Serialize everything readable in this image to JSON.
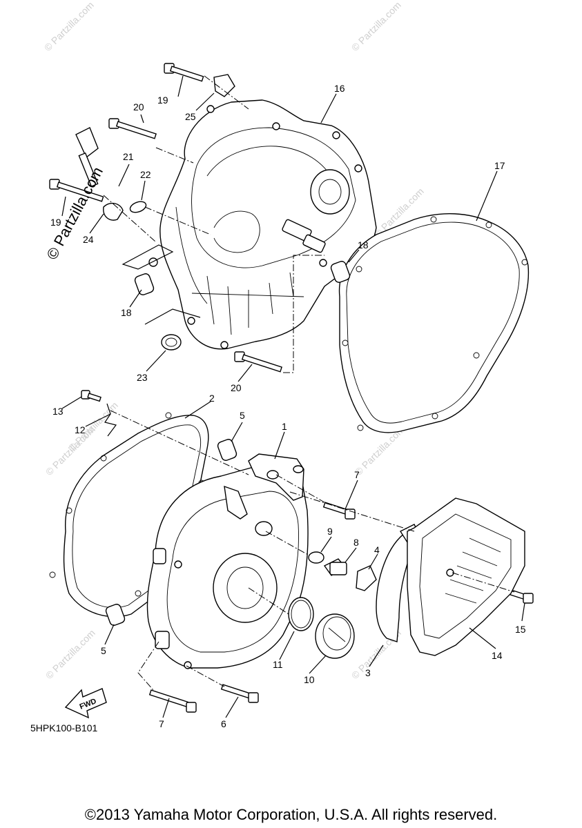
{
  "diagram": {
    "ref_code": "5HPK100-B101",
    "fwd_label": "FWD",
    "copyright": "©2013 Yamaha Motor Corporation, U.S.A. All rights reserved.",
    "watermark_main": "© Partzilla.com",
    "watermark_small": "© Partzilla.com",
    "callouts": [
      {
        "id": "1",
        "label": "1"
      },
      {
        "id": "2",
        "label": "2"
      },
      {
        "id": "3",
        "label": "3"
      },
      {
        "id": "4",
        "label": "4"
      },
      {
        "id": "5a",
        "label": "5"
      },
      {
        "id": "5b",
        "label": "5"
      },
      {
        "id": "6",
        "label": "6"
      },
      {
        "id": "7a",
        "label": "7"
      },
      {
        "id": "7b",
        "label": "7"
      },
      {
        "id": "8",
        "label": "8"
      },
      {
        "id": "9",
        "label": "9"
      },
      {
        "id": "10",
        "label": "10"
      },
      {
        "id": "11",
        "label": "11"
      },
      {
        "id": "12",
        "label": "12"
      },
      {
        "id": "13",
        "label": "13"
      },
      {
        "id": "14",
        "label": "14"
      },
      {
        "id": "15",
        "label": "15"
      },
      {
        "id": "16",
        "label": "16"
      },
      {
        "id": "17",
        "label": "17"
      },
      {
        "id": "18a",
        "label": "18"
      },
      {
        "id": "18b",
        "label": "18"
      },
      {
        "id": "19a",
        "label": "19"
      },
      {
        "id": "19b",
        "label": "19"
      },
      {
        "id": "20a",
        "label": "20"
      },
      {
        "id": "20b",
        "label": "20"
      },
      {
        "id": "21",
        "label": "21"
      },
      {
        "id": "22",
        "label": "22"
      },
      {
        "id": "23",
        "label": "23"
      },
      {
        "id": "24",
        "label": "24"
      },
      {
        "id": "25",
        "label": "25"
      }
    ]
  }
}
